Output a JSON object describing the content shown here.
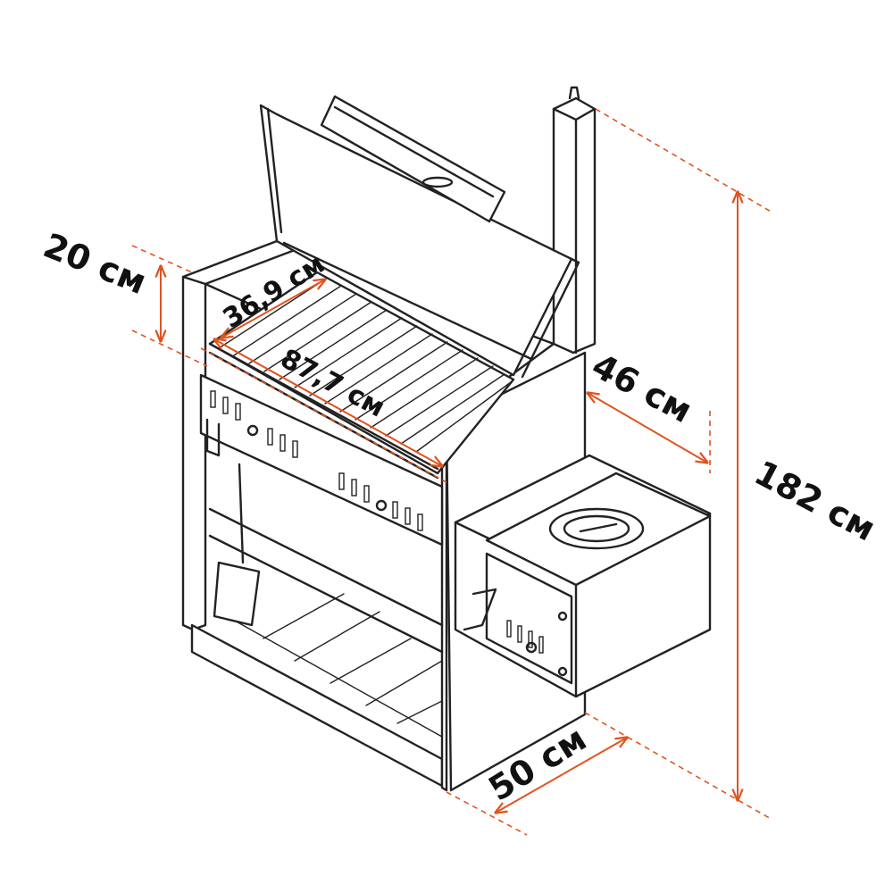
{
  "colors": {
    "outline": "#222222",
    "dimension": "#e0531f",
    "text": "#111111",
    "background": "#ffffff"
  },
  "dimensions": {
    "depth_grill": "20 см",
    "grate_depth": "36,9 см",
    "grate_width": "87,7 см",
    "side_width": "46 см",
    "total_height": "182 см",
    "base_depth": "50 см"
  }
}
